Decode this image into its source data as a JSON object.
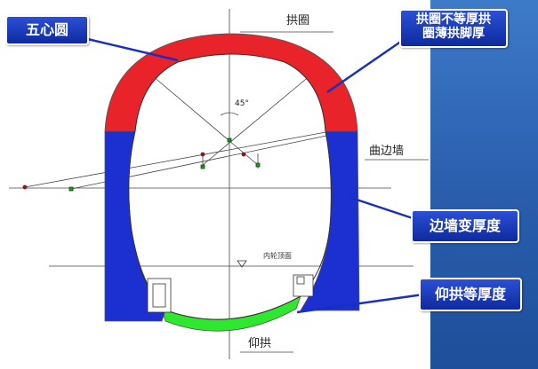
{
  "callouts": {
    "wuxin": "五心圆",
    "gongquan_line1": "拱圈不等厚拱",
    "gongquan_line2": "圈薄拱脚厚",
    "bianqiang": "边墙变厚度",
    "yanggong": "仰拱等厚度"
  },
  "labels": {
    "gongquan": "拱圈",
    "qubianqiang": "曲边墙",
    "yanggong": "仰拱",
    "angle": "45°",
    "neikuo": "内轮顶面"
  },
  "colors": {
    "arch": "#e8232a",
    "side_wall": "#1c2fd0",
    "invert": "#2de82f",
    "callout_bg": "#1a3ac0",
    "right_panel": "#2a64b8"
  }
}
